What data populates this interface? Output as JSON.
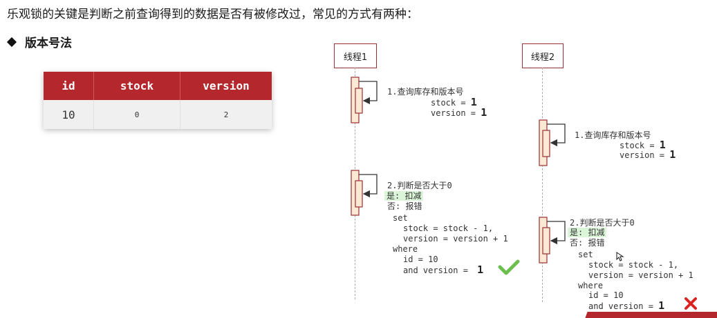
{
  "heading": "乐观锁的关键是判断之前查询得到的数据是否有被修改过，常见的方式有两种：",
  "section": {
    "title": "版本号法",
    "bullet_icon": "diamond-bullet-icon"
  },
  "table": {
    "headers": [
      "id",
      "stock",
      "version"
    ],
    "rows": [
      [
        "10",
        "0",
        "2"
      ]
    ],
    "header_color": "#b3272d"
  },
  "threads": {
    "t1": {
      "name": "线程1",
      "query": {
        "title": "1.查询库存和版本号",
        "stock_label": "stock = ",
        "stock_value": "1",
        "version_label": "version = ",
        "version_value": "1"
      },
      "judge": {
        "title": "2.判断是否大于0",
        "yes": "是: 扣减",
        "no": "否: 报错",
        "set": "set",
        "stock_expr": "stock = stock - 1,",
        "version_expr": "version = version + 1",
        "where": "where",
        "id_cond": "id = 10",
        "version_cond_label": "and version = ",
        "version_cond_value": "1"
      },
      "result_icon": "checkmark-icon"
    },
    "t2": {
      "name": "线程2",
      "query": {
        "title": "1.查询库存和版本号",
        "stock_label": "stock = ",
        "stock_value": "1",
        "version_label": "version = ",
        "version_value": "1"
      },
      "judge": {
        "title": "2.判断是否大于0",
        "yes": "是: 扣减",
        "no": "否: 报错",
        "set": "set",
        "stock_expr": "stock = stock - 1,",
        "version_expr": "version = version + 1",
        "where": "where",
        "id_cond": "id = 10",
        "version_cond_label": "and version = ",
        "version_cond_value": "1"
      },
      "result_icon": "cross-icon"
    }
  },
  "colors": {
    "success": "#6cbf4f",
    "fail": "#d9231f",
    "border": "#9b2d30",
    "highlight": "#daf5d8"
  }
}
